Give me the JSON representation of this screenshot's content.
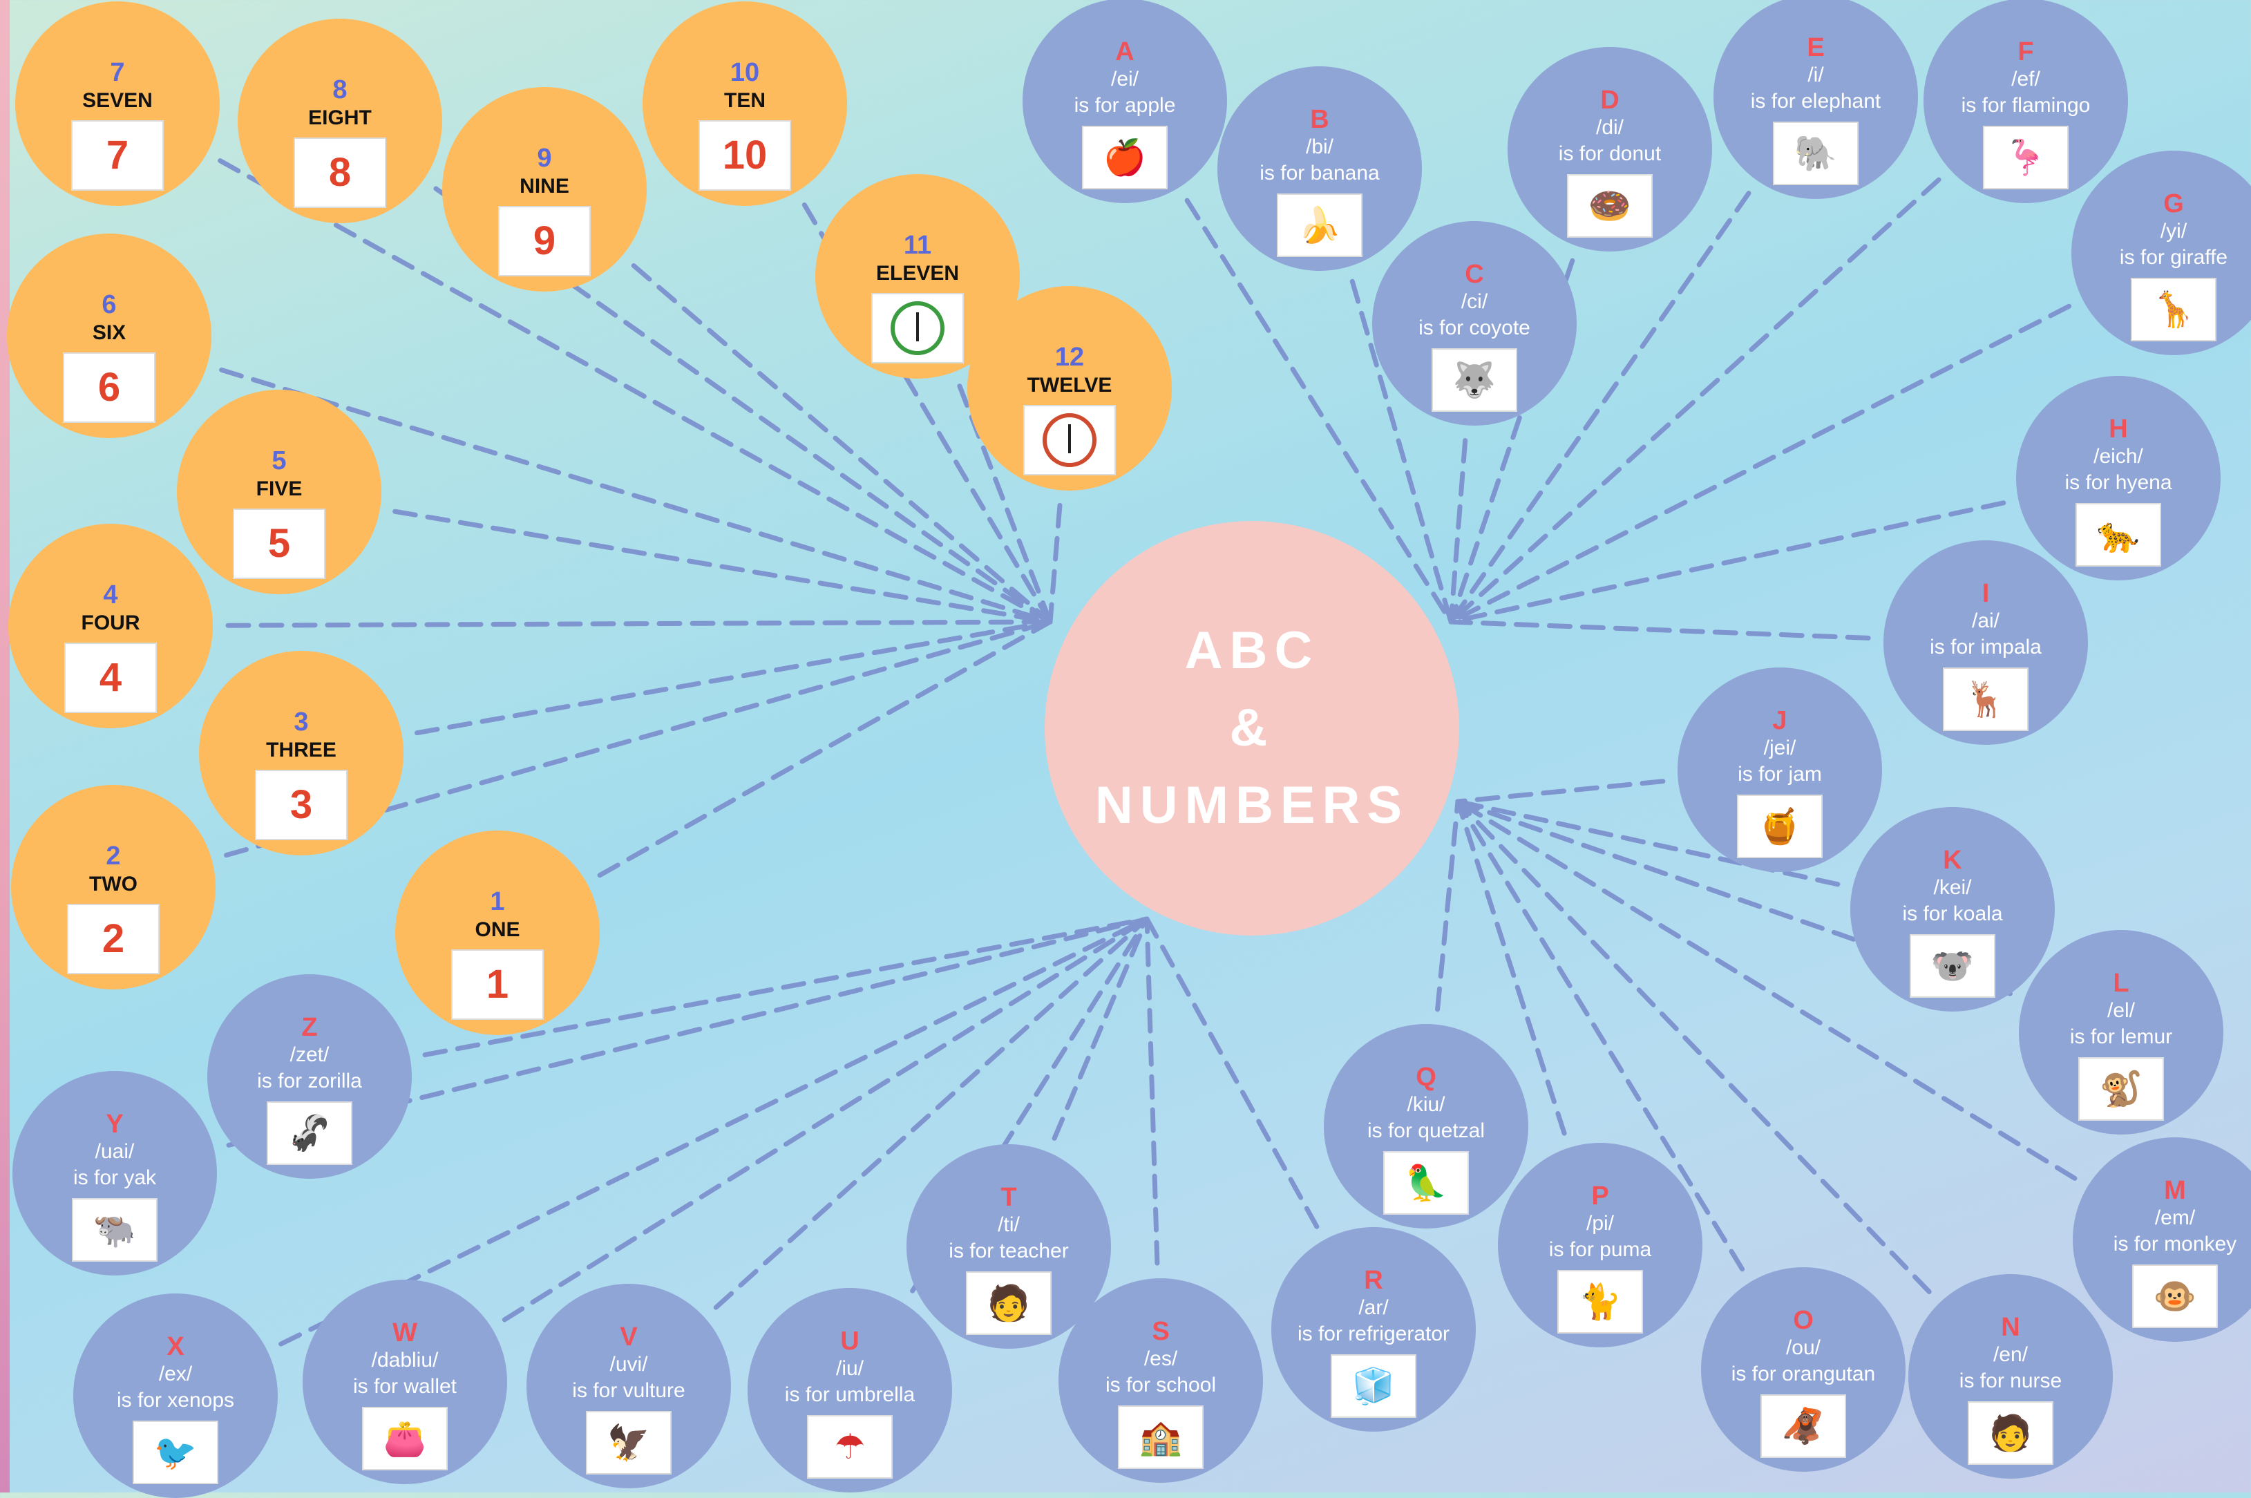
{
  "center": {
    "line1": "ABC",
    "line2": "&",
    "line3": "NUMBERS"
  },
  "numbers": [
    {
      "numeral": "7",
      "word": "SEVEN",
      "icon": "seven-card",
      "glyph": "7"
    },
    {
      "numeral": "8",
      "word": "EIGHT",
      "icon": "eight-card",
      "glyph": "8"
    },
    {
      "numeral": "9",
      "word": "NINE",
      "icon": "nine-card",
      "glyph": "9"
    },
    {
      "numeral": "10",
      "word": "TEN",
      "icon": "ten-card",
      "glyph": "10"
    },
    {
      "numeral": "11",
      "word": "ELEVEN",
      "icon": "clock-icon",
      "glyph": ""
    },
    {
      "numeral": "12",
      "word": "TWELVE",
      "icon": "clock-icon",
      "glyph": ""
    },
    {
      "numeral": "6",
      "word": "SIX",
      "icon": "six-card",
      "glyph": "6"
    },
    {
      "numeral": "5",
      "word": "FIVE",
      "icon": "five-card",
      "glyph": "5"
    },
    {
      "numeral": "4",
      "word": "FOUR",
      "icon": "four-card",
      "glyph": "4"
    },
    {
      "numeral": "3",
      "word": "THREE",
      "icon": "three-card",
      "glyph": "3"
    },
    {
      "numeral": "2",
      "word": "TWO",
      "icon": "two-card",
      "glyph": "2"
    },
    {
      "numeral": "1",
      "word": "ONE",
      "icon": "one-card",
      "glyph": "1"
    }
  ],
  "letters": [
    {
      "letter": "A",
      "phonetic": "/ei/",
      "desc": "is for apple",
      "icon": "apple-icon",
      "glyph": "🍎"
    },
    {
      "letter": "B",
      "phonetic": "/bi/",
      "desc": "is for banana",
      "icon": "banana-icon",
      "glyph": "🍌"
    },
    {
      "letter": "C",
      "phonetic": "/ci/",
      "desc": "is for coyote",
      "icon": "coyote-icon",
      "glyph": "🐺"
    },
    {
      "letter": "D",
      "phonetic": "/di/",
      "desc": "is for donut",
      "icon": "donut-icon",
      "glyph": "🍩"
    },
    {
      "letter": "E",
      "phonetic": "/i/",
      "desc": "is for elephant",
      "icon": "elephant-icon",
      "glyph": "🐘"
    },
    {
      "letter": "F",
      "phonetic": "/ef/",
      "desc": "is for flamingo",
      "icon": "flamingo-icon",
      "glyph": "🦩"
    },
    {
      "letter": "G",
      "phonetic": "/yi/",
      "desc": "is for giraffe",
      "icon": "giraffe-icon",
      "glyph": "🦒"
    },
    {
      "letter": "H",
      "phonetic": "/eich/",
      "desc": "is for hyena",
      "icon": "hyena-icon",
      "glyph": "🐆"
    },
    {
      "letter": "I",
      "phonetic": "/ai/",
      "desc": "is for impala",
      "icon": "impala-icon",
      "glyph": "🦌"
    },
    {
      "letter": "J",
      "phonetic": "/jei/",
      "desc": "is for jam",
      "icon": "jam-jar-icon",
      "glyph": "🍯"
    },
    {
      "letter": "K",
      "phonetic": "/kei/",
      "desc": "is for koala",
      "icon": "koala-icon",
      "glyph": "🐨"
    },
    {
      "letter": "L",
      "phonetic": "/el/",
      "desc": "is for lemur",
      "icon": "lemur-icon",
      "glyph": "🐒"
    },
    {
      "letter": "M",
      "phonetic": "/em/",
      "desc": "is for monkey",
      "icon": "monkey-icon",
      "glyph": "🐵"
    },
    {
      "letter": "N",
      "phonetic": "/en/",
      "desc": "is for nurse",
      "icon": "nurse-icon",
      "glyph": "🧑"
    },
    {
      "letter": "O",
      "phonetic": "/ou/",
      "desc": "is for orangutan",
      "icon": "orangutan-icon",
      "glyph": "🦧"
    },
    {
      "letter": "P",
      "phonetic": "/pi/",
      "desc": "is for puma",
      "icon": "puma-icon",
      "glyph": "🐈"
    },
    {
      "letter": "Q",
      "phonetic": "/kiu/",
      "desc": "is for quetzal",
      "icon": "quetzal-icon",
      "glyph": "🦜"
    },
    {
      "letter": "R",
      "phonetic": "/ar/",
      "desc": "is for refrigerator",
      "icon": "refrigerator-icon",
      "glyph": "🧊"
    },
    {
      "letter": "S",
      "phonetic": "/es/",
      "desc": "is for school",
      "icon": "school-icon",
      "glyph": "🏫"
    },
    {
      "letter": "T",
      "phonetic": "/ti/",
      "desc": "is for teacher",
      "icon": "teacher-icon",
      "glyph": "🧑"
    },
    {
      "letter": "U",
      "phonetic": "/iu/",
      "desc": "is for umbrella",
      "icon": "umbrella-icon",
      "glyph": "☂"
    },
    {
      "letter": "V",
      "phonetic": "/uvi/",
      "desc": "is for vulture",
      "icon": "vulture-icon",
      "glyph": "🦅"
    },
    {
      "letter": "W",
      "phonetic": "/dabliu/",
      "desc": "is for wallet",
      "icon": "wallet-icon",
      "glyph": "👛"
    },
    {
      "letter": "X",
      "phonetic": "/ex/",
      "desc": "is for xenops",
      "icon": "xenops-bird-icon",
      "glyph": "🐦"
    },
    {
      "letter": "Y",
      "phonetic": "/uai/",
      "desc": "is for yak",
      "icon": "yak-icon",
      "glyph": "🐃"
    },
    {
      "letter": "Z",
      "phonetic": "/zet/",
      "desc": "is for zorilla",
      "icon": "zorilla-icon",
      "glyph": "🦨"
    }
  ],
  "colors": {
    "number_bubble": "#fdbb5d",
    "letter_bubble": "#8fa5d6",
    "center_bubble": "#f7c9c5",
    "numeral_text": "#5b68d8",
    "letter_text": "#f0525a",
    "connector": "#7f95d0"
  }
}
